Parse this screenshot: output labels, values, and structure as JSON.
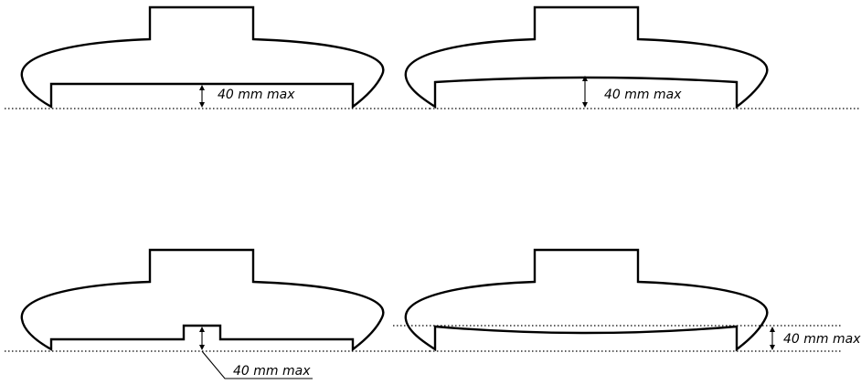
{
  "figures": [
    {
      "id": "flat-underside",
      "label": "40 mm max"
    },
    {
      "id": "raised-underside",
      "label": "40 mm max"
    },
    {
      "id": "central-protrusion",
      "label": "40 mm max"
    },
    {
      "id": "sagging-underside",
      "label": "40 mm max"
    }
  ],
  "colors": {
    "line": "#000000",
    "background": "#ffffff"
  }
}
